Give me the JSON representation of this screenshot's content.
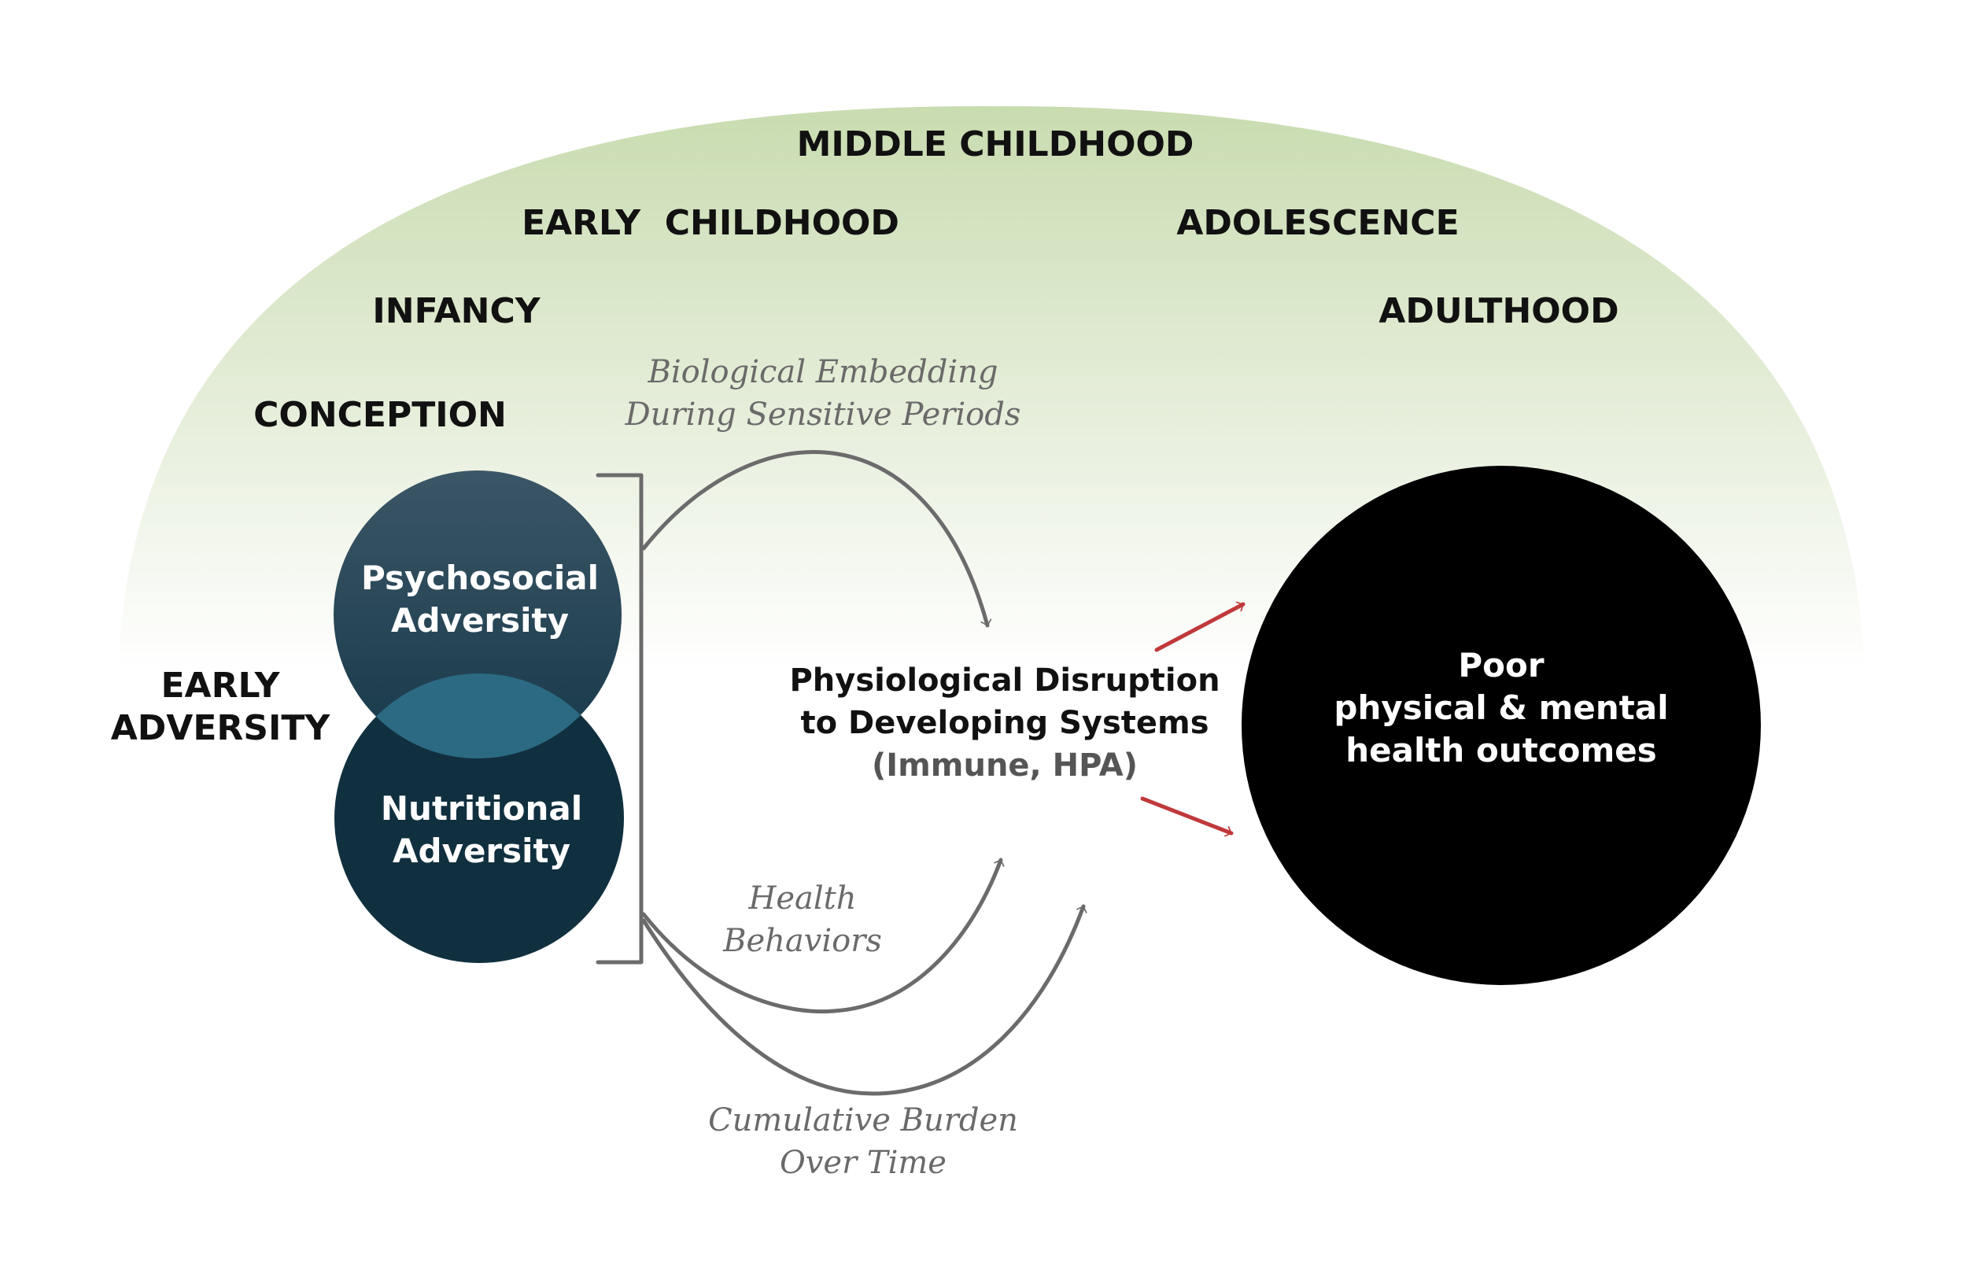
{
  "life_stages": {
    "conception": "CONCEPTION",
    "infancy": "INFANCY",
    "early_childhood": "EARLY  CHILDHOOD",
    "middle_childhood": "MIDDLE CHILDHOOD",
    "adolescence": "ADOLESCENCE",
    "adulthood": "ADULTHOOD"
  },
  "early_adversity": {
    "line1": "EARLY",
    "line2": "ADVERSITY"
  },
  "psychosocial": {
    "line1": "Psychosocial",
    "line2": "Adversity"
  },
  "nutritional": {
    "line1": "Nutritional",
    "line2": "Adversity"
  },
  "pathways": {
    "biological": {
      "line1": "Biological Embedding",
      "line2": "During Sensitive Periods"
    },
    "health": {
      "line1": "Health",
      "line2": "Behaviors"
    },
    "cumulative": {
      "line1": "Cumulative Burden",
      "line2": "Over Time"
    }
  },
  "physiological": {
    "line1": "Physiological Disruption",
    "line2": "to Developing Systems",
    "line3": "(Immune, HPA)"
  },
  "outcome": {
    "line1": "Poor",
    "line2": "physical & mental",
    "line3": "health outcomes"
  },
  "colors": {
    "dome_top": "#c9dcb0",
    "psychosocial_circle": "#2b4a5c",
    "nutritional_circle": "#11303f",
    "overlap": "#2b6a82",
    "outcome_circle": "#000000",
    "arrow_gray": "#6b6b6b",
    "arrow_red": "#c0393b"
  }
}
